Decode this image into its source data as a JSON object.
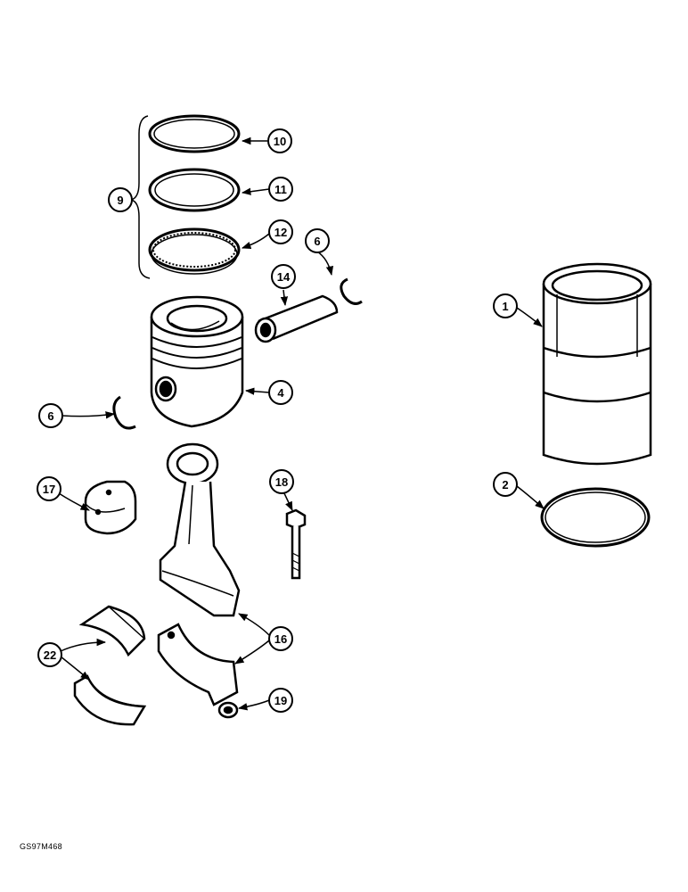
{
  "callouts": {
    "c1": "1",
    "c2": "2",
    "c4": "4",
    "c6a": "6",
    "c6b": "6",
    "c9": "9",
    "c10": "10",
    "c11": "11",
    "c12": "12",
    "c14": "14",
    "c16": "16",
    "c17": "17",
    "c18": "18",
    "c19": "19",
    "c22": "22"
  },
  "reference_code": "GS97M468"
}
